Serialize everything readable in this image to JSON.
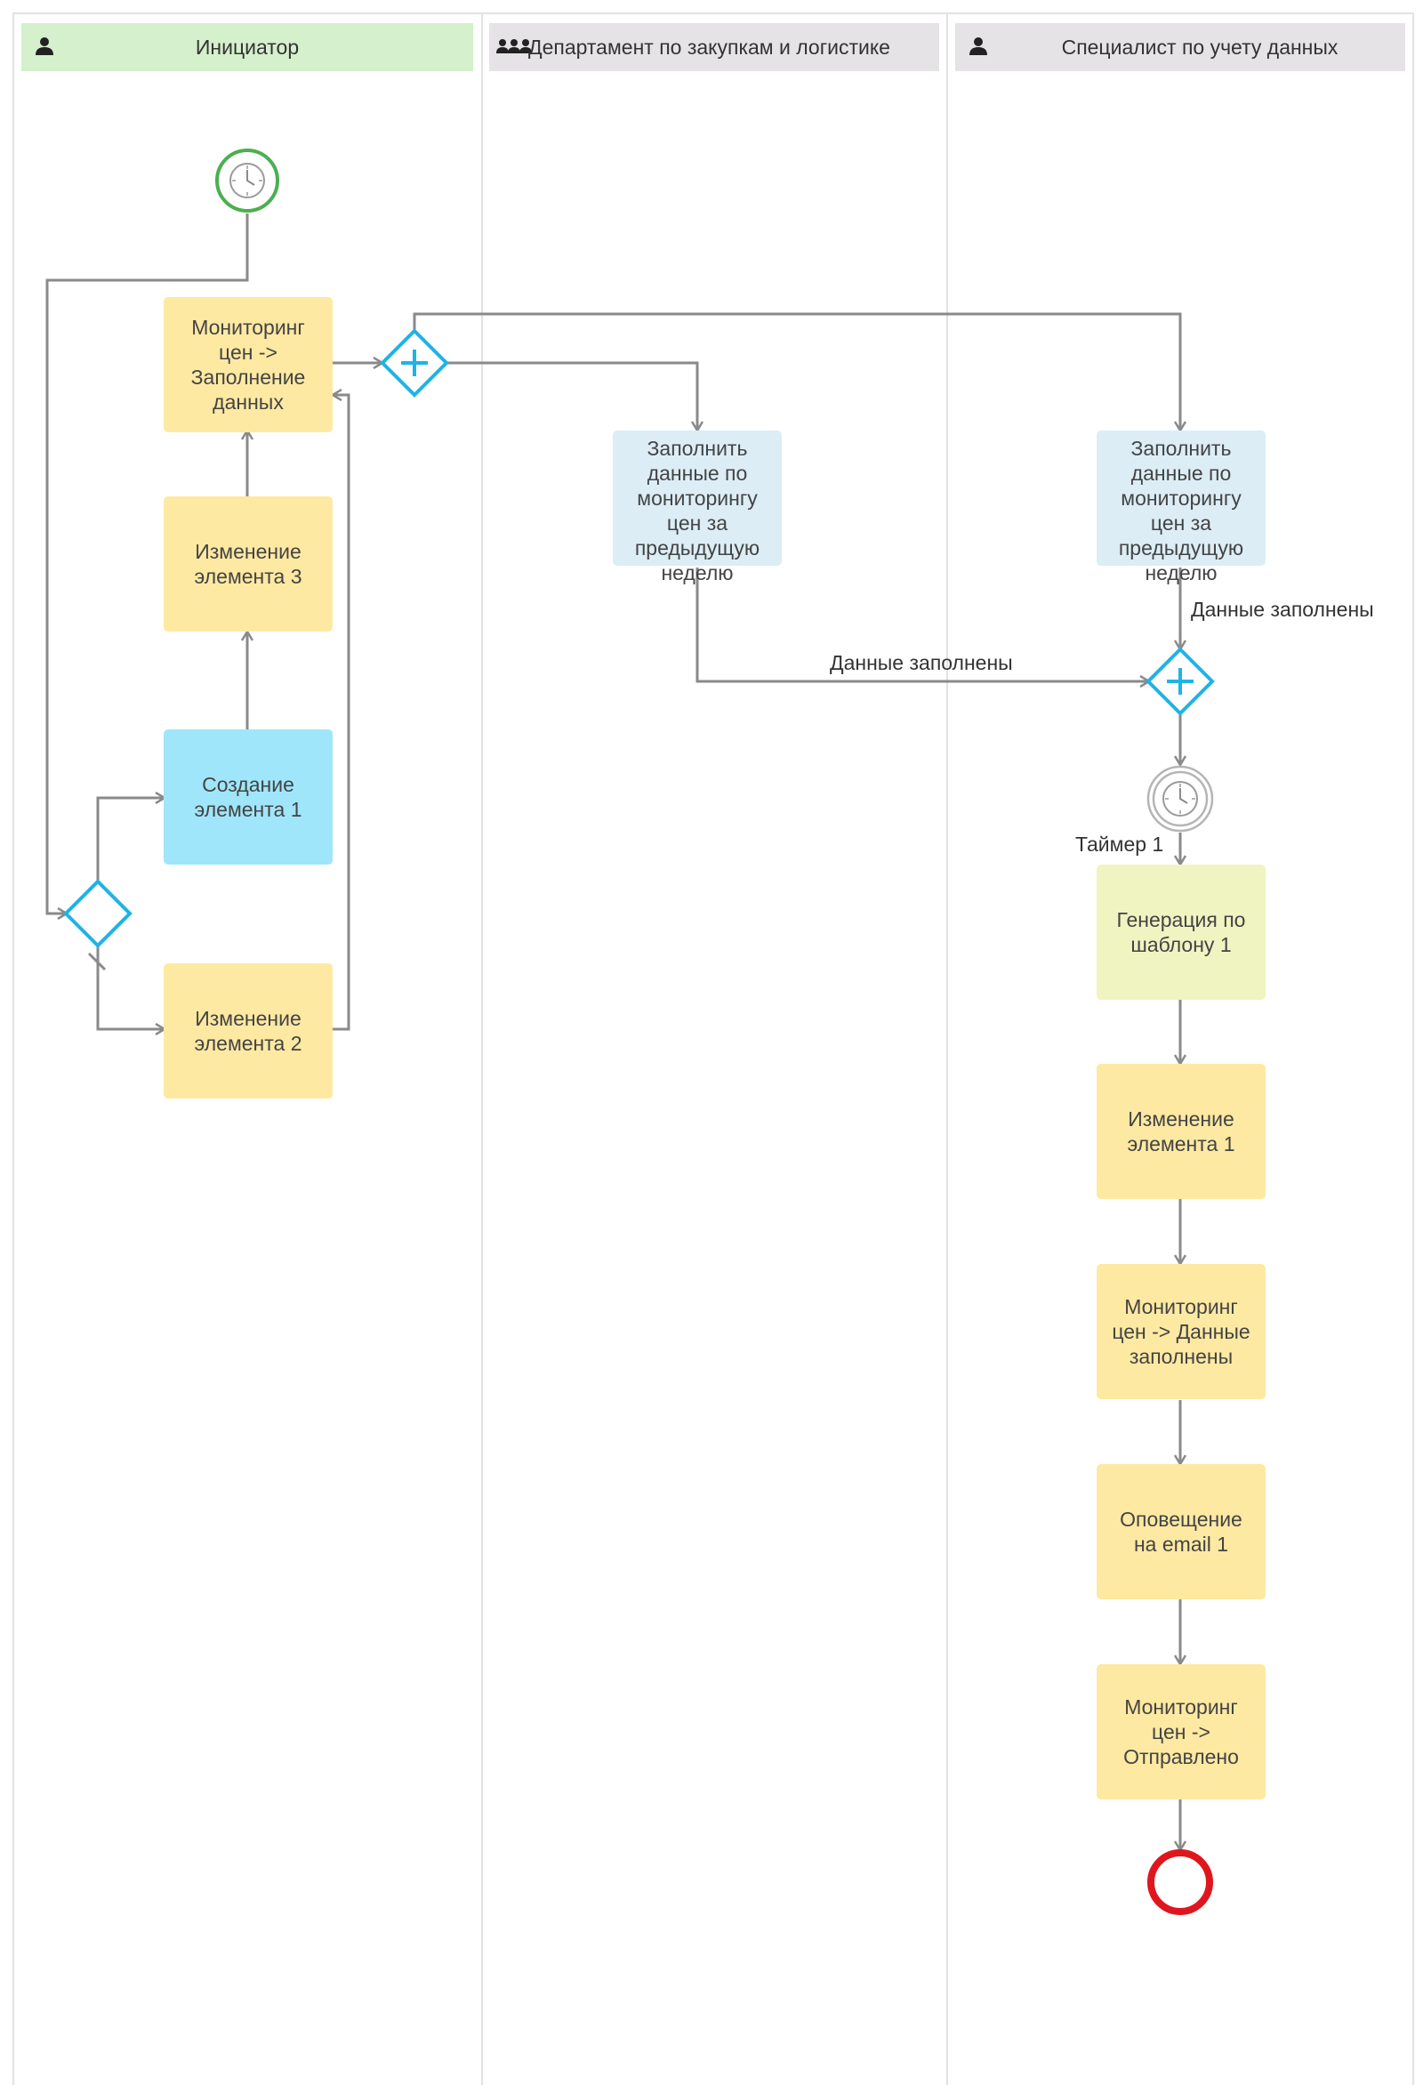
{
  "lanes": [
    {
      "id": "initiator",
      "title": "Инициатор",
      "icon": "user-icon",
      "color": "#d5f0cc"
    },
    {
      "id": "dept",
      "title": "Департамент по закупкам и логистике",
      "icon": "group-icon",
      "color": "#e6e3e6"
    },
    {
      "id": "spec",
      "title": "Специалист по учету данных",
      "icon": "user-icon",
      "color": "#e6e3e6"
    }
  ],
  "tasks": {
    "monitoring_fill": "Мониторинг цен -> Заполнение данных",
    "change3": "Изменение элемента 3",
    "create1": "Создание элемента 1",
    "change2": "Изменение элемента 2",
    "fill_dept": "Заполнить данные по мониторингу цен за предыдущую неделю",
    "fill_spec": "Заполнить данные по мониторингу цен за предыдущую неделю",
    "generate1": "Генерация по шаблону 1",
    "change1": "Изменение элемента 1",
    "monitoring_filled": "Мониторинг цен -> Данные заполнены",
    "email1": "Оповещение на email 1",
    "monitoring_sent": "Мониторинг цен -> Отправлено"
  },
  "labels": {
    "data_filled_1": "Данные заполнены",
    "data_filled_2": "Данные заполнены",
    "timer1": "Таймер 1"
  },
  "colors": {
    "task_yellow": "#fde9a2",
    "task_cyan": "#a0e6fb",
    "task_lightblue": "#dcedf6",
    "task_green": "#f0f4c1",
    "gateway": "#1fb3e5",
    "start_event": "#4caf50",
    "end_event": "#e0161e",
    "flow": "#8a8a8a"
  }
}
